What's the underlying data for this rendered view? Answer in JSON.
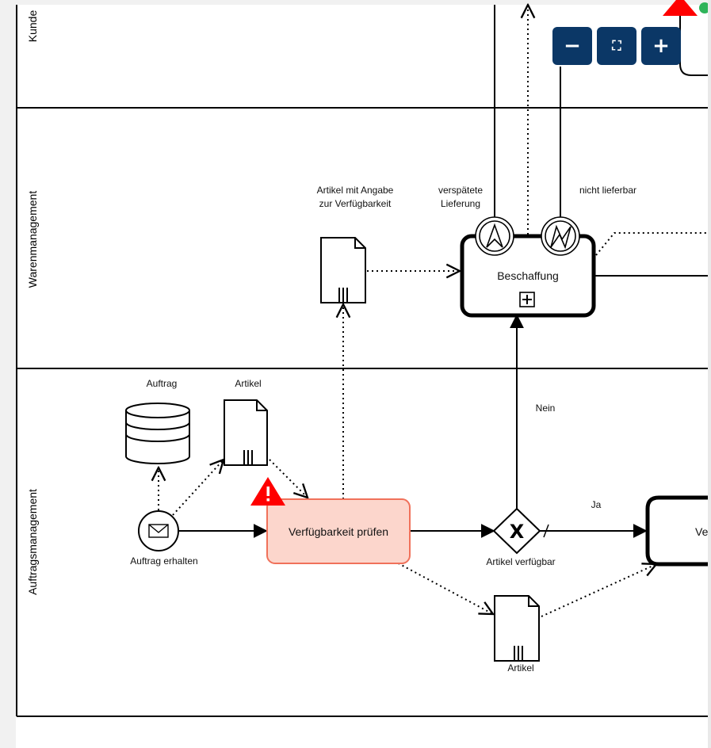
{
  "lanes": {
    "customer": "Kunde",
    "warehouse": "Warenmanagement",
    "order": "Auftragsmanagement"
  },
  "elements": {
    "start_event": "Auftrag erhalten",
    "order_store": "Auftrag",
    "article_doc_top": "Artikel",
    "task_check": "Verfügbarkeit prüfen",
    "gateway": "Artikel verfügbar",
    "gateway_marker": "X",
    "article_doc_bottom": "Artikel",
    "availability_doc_line1": "Artikel mit Angabe",
    "availability_doc_line2": "zur Verfügbarkeit",
    "subprocess": "Beschaffung",
    "event_late_line1": "verspätete",
    "event_late_line2": "Lieferung",
    "event_unavailable": "nicht lieferbar",
    "next_task_partial": "Ve",
    "flow_no": "Nein",
    "flow_yes": "Ja"
  },
  "controls": {
    "zoom_out": "−",
    "fit": "⛶",
    "zoom_in": "+"
  },
  "colors": {
    "warning": "#ff0000",
    "task_highlight_fill": "#fcd6cc",
    "task_highlight_stroke": "#f0715a",
    "zoom_button": "#0b3766"
  }
}
